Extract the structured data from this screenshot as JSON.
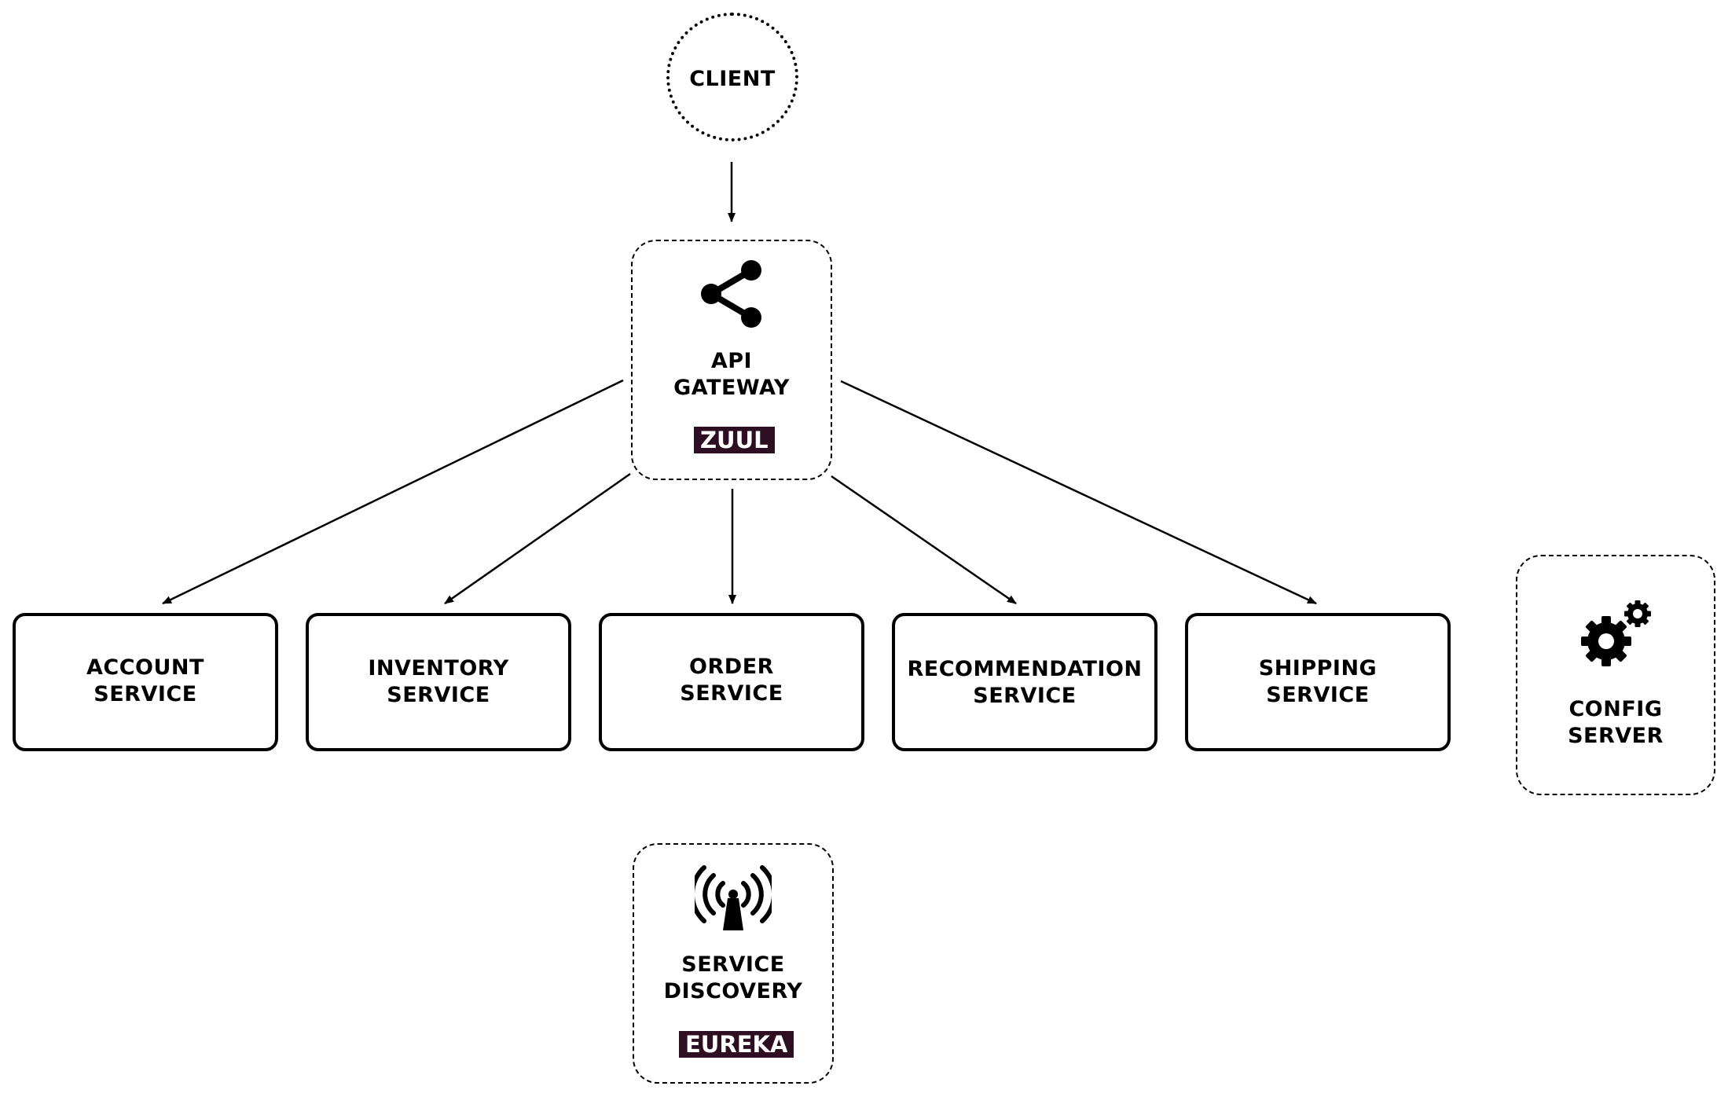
{
  "client": {
    "label": "CLIENT"
  },
  "gateway": {
    "label": "API\nGATEWAY",
    "tag": "ZUUL",
    "icon": "share-icon"
  },
  "services": [
    {
      "label": "ACCOUNT\nSERVICE"
    },
    {
      "label": "INVENTORY\nSERVICE"
    },
    {
      "label": "ORDER\nSERVICE"
    },
    {
      "label": "RECOMMENDATION\nSERVICE"
    },
    {
      "label": "SHIPPING\nSERVICE"
    }
  ],
  "config": {
    "label": "CONFIG\nSERVER",
    "icon": "gears-icon"
  },
  "discovery": {
    "label": "SERVICE\nDISCOVERY",
    "tag": "EUREKA",
    "icon": "antenna-icon"
  },
  "colors": {
    "tag_bg": "#2e0f22",
    "line": "#000000"
  }
}
